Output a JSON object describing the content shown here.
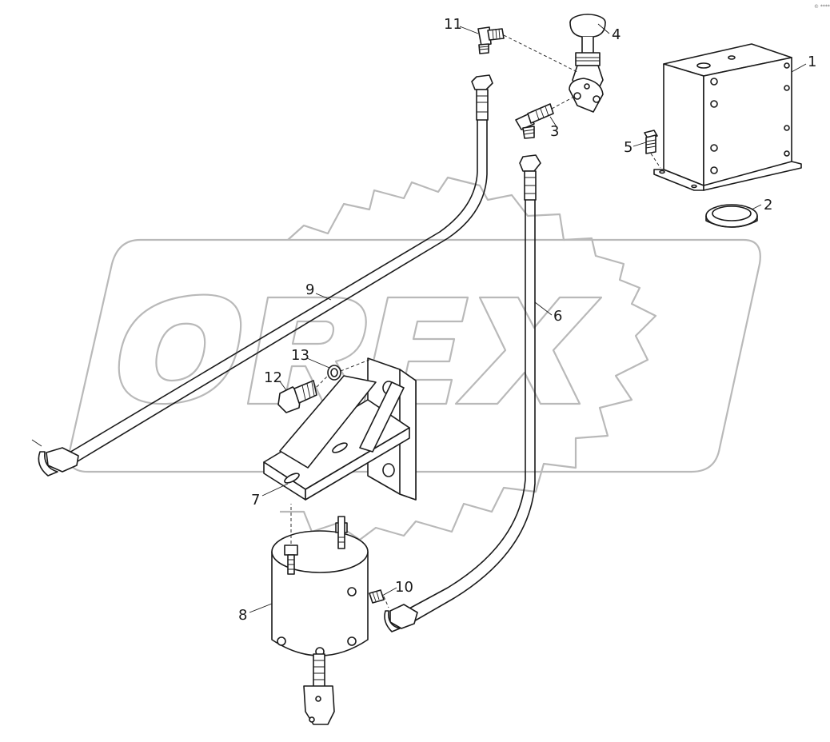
{
  "watermark": {
    "text": "OREX",
    "color": "#b9b9b9"
  },
  "corner_mark": "© ****",
  "parts": [
    {
      "id": "1",
      "label": "1"
    },
    {
      "id": "2",
      "label": "2"
    },
    {
      "id": "3",
      "label": "3"
    },
    {
      "id": "4",
      "label": "4"
    },
    {
      "id": "5",
      "label": "5"
    },
    {
      "id": "6",
      "label": "6"
    },
    {
      "id": "7",
      "label": "7"
    },
    {
      "id": "8",
      "label": "8"
    },
    {
      "id": "9",
      "label": "9"
    },
    {
      "id": "10",
      "label": "10"
    },
    {
      "id": "11",
      "label": "11"
    },
    {
      "id": "12",
      "label": "12"
    },
    {
      "id": "13",
      "label": "13"
    }
  ]
}
